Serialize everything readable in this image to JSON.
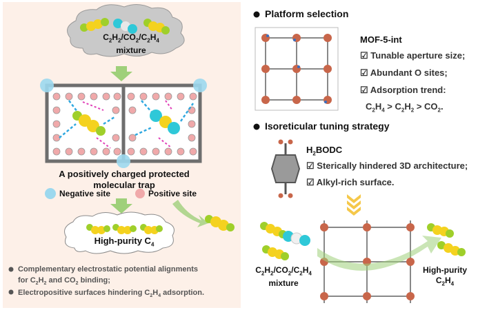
{
  "left_panel": {
    "cloud_top": {
      "line1_parts": [
        "C",
        "2",
        "H",
        "2",
        "/CO",
        "2",
        "/C",
        "2",
        "H",
        "4"
      ],
      "line2": "mixture"
    },
    "trap_caption_line1": "A positively charged protected",
    "trap_caption_line2": "molecular trap",
    "legend": {
      "negative_label": "Negative site",
      "positive_label": "Positive site"
    },
    "cloud_bottom": {
      "text_prefix": "High-purity C",
      "text_sub": "4"
    },
    "notes": [
      {
        "text_a": "Complementary electrostatic potential alignments",
        "text_b": "for C",
        "sub1": "2",
        "text_c": "H",
        "sub2": "2",
        "text_d": " and CO",
        "sub3": "2",
        "text_e": " binding;"
      },
      {
        "text_a": "Electropositive surfaces hindering C",
        "sub1": "2",
        "text_b": "H",
        "sub2": "4",
        "text_c": " adsorption."
      }
    ],
    "colors": {
      "negative": "#9cd8ee",
      "positive": "#f0a9aa",
      "arrow": "#9fd07a",
      "frame": "#6e6e6e"
    }
  },
  "right_panel": {
    "section1_title": "Platform selection",
    "mof_name": "MOF-5-int",
    "features": [
      "Tunable aperture size;",
      "Abundant O sites;",
      "Adsorption trend:"
    ],
    "trend": {
      "parts": [
        "C",
        "2",
        "H",
        "4",
        " > C",
        "2",
        "H",
        "2",
        " > CO",
        "2",
        "."
      ]
    },
    "section2_title": "Isoreticular tuning strategy",
    "linker": {
      "prefix": "H",
      "sub": "2",
      "suffix": "BODC"
    },
    "linker_features": [
      "Sterically hindered 3D architecture;",
      "Alkyl-rich surface."
    ],
    "mixture_label": {
      "line1_parts": [
        "C",
        "2",
        "H",
        "2",
        "/CO",
        "2",
        "/C",
        "2",
        "H",
        "4"
      ],
      "line2": "mixture"
    },
    "output_label": {
      "line1": "High-purity",
      "line2_prefix": "C",
      "line2_sub1": "2",
      "line2_mid": "H",
      "line2_sub2": "4"
    },
    "check_glyph": "☑",
    "colors": {
      "yellow": "#f4d21f",
      "green": "#9fcf2a",
      "cyan": "#2fc8d8",
      "arrow_yellow": "#f5c84a"
    }
  }
}
